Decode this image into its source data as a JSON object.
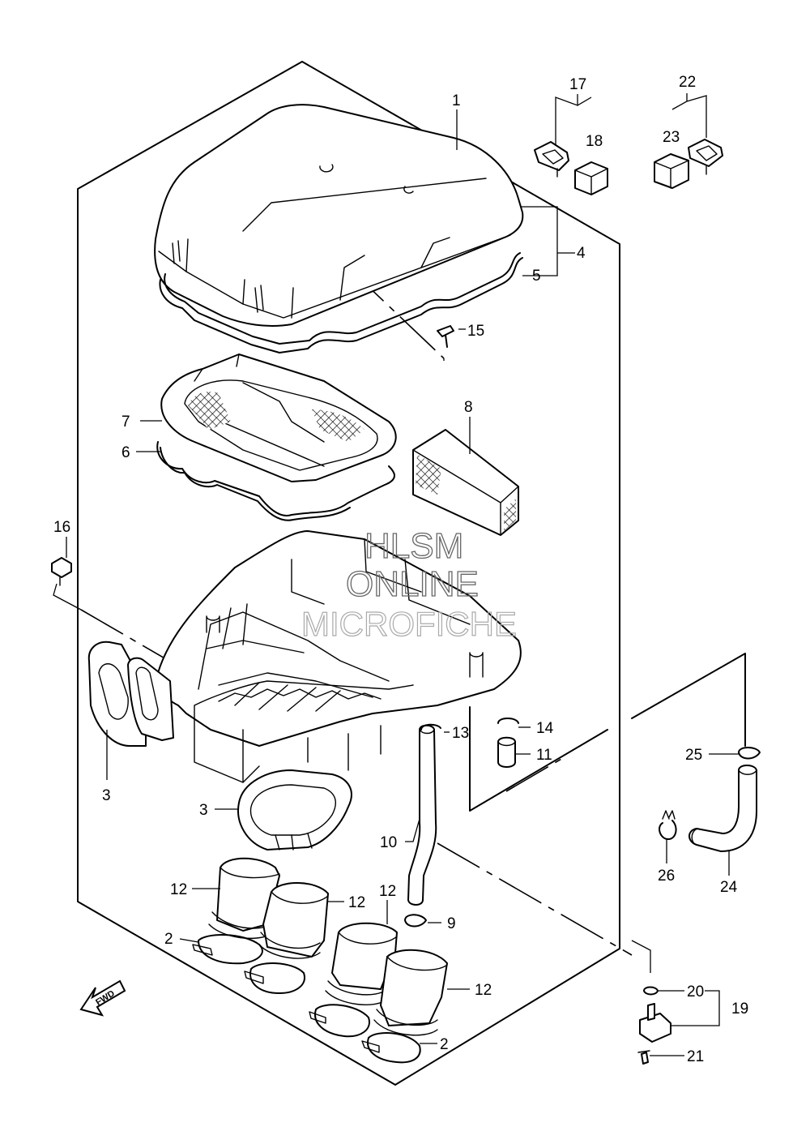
{
  "diagram": {
    "part_numbers": {
      "p1": "1",
      "p2a": "2",
      "p2b": "2",
      "p3a": "3",
      "p3b": "3",
      "p4": "4",
      "p5": "5",
      "p6": "6",
      "p7": "7",
      "p8": "8",
      "p9": "9",
      "p10": "10",
      "p11": "11",
      "p12a": "12",
      "p12b": "12",
      "p12c": "12",
      "p12d": "12",
      "p13": "13",
      "p14": "14",
      "p15": "15",
      "p16": "16",
      "p17": "17",
      "p18": "18",
      "p19": "19",
      "p20": "20",
      "p21": "21",
      "p22": "22",
      "p23": "23",
      "p24": "24",
      "p25": "25",
      "p26": "26"
    },
    "fwd_label": "FWD",
    "watermark": {
      "line1": "HLSM",
      "line2": "ONLINE",
      "line3": "MICROFICHE"
    }
  }
}
